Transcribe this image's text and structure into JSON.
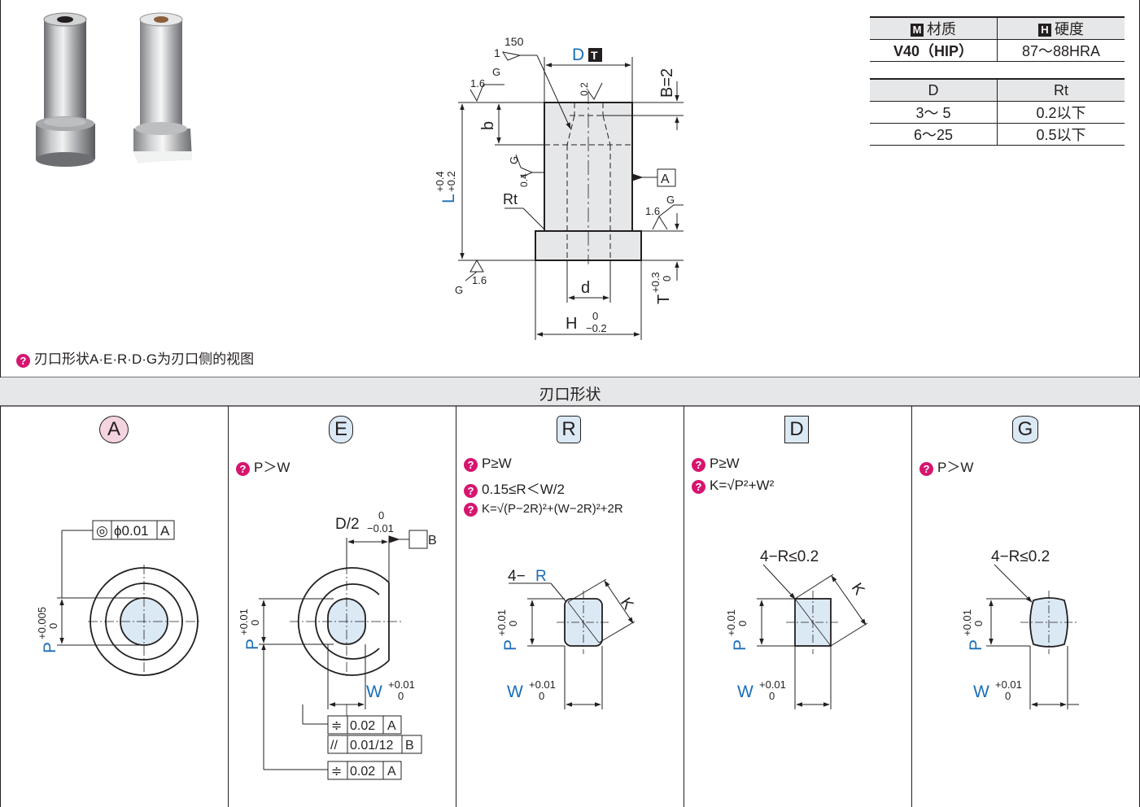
{
  "material_table": {
    "headers": [
      {
        "badge": "M",
        "label": "材质"
      },
      {
        "badge": "H",
        "label": "硬度"
      }
    ],
    "row": [
      "V40（HIP）",
      "87～88HRA"
    ]
  },
  "rt_table": {
    "headers": [
      "D",
      "Rt"
    ],
    "rows": [
      [
        "3～ 5",
        "0.2以下"
      ],
      [
        "6～25",
        "0.5以下"
      ]
    ]
  },
  "drawing": {
    "top_finish": "150",
    "top_finish_left": "1",
    "d_label": "D",
    "d_badge": "T",
    "b_label": "B=2",
    "finish_16": "1.6",
    "finish_g": "G",
    "finish_02": "0.2",
    "finish_04": "0.4",
    "b_small": "b",
    "l_label": "L",
    "l_tol_upper": "+0.4",
    "l_tol_lower": "+0.2",
    "rt": "Rt",
    "datum_a": "A",
    "d_small": "d",
    "h_label": "H",
    "h_tol_upper": "0",
    "h_tol_lower": "−0.2",
    "t_label": "T",
    "t_tol_upper": "+0.3",
    "t_tol_lower": "0"
  },
  "view_note": "刃口形状A·E·R·D·G为刃口侧的视图",
  "section_title": "刃口形状",
  "shapes": [
    {
      "tag": "A",
      "notes": [],
      "p_label": "P",
      "p_tol_upper": "+0.005",
      "p_tol_lower": "0",
      "tolerance": {
        "symbol": "◎",
        "value": "ϕ0.01",
        "datum": "A"
      }
    },
    {
      "tag": "E",
      "notes": [
        "P＞W"
      ],
      "p_label": "P",
      "p_tol_upper": "+0.01",
      "p_tol_lower": "0",
      "w_label": "W",
      "w_tol_upper": "+0.01",
      "w_tol_lower": "0",
      "dim_label": "D/2",
      "dim_tol_upper": "0",
      "dim_tol_lower": "−0.01",
      "datum_b": "B",
      "frames": [
        {
          "symbol": "≑",
          "value": "0.02",
          "datum": "A"
        },
        {
          "symbol": "//",
          "value": "0.01/12",
          "datum": "B"
        },
        {
          "symbol": "≑",
          "value": "0.02",
          "datum": "A"
        }
      ]
    },
    {
      "tag": "R",
      "notes": [
        "P≥W",
        "0.15≤R＜W/2",
        "K=√(P−2R)²+(W−2R)²+2R"
      ],
      "p_label": "P",
      "p_tol_upper": "+0.01",
      "p_tol_lower": "0",
      "w_label": "W",
      "w_tol_upper": "+0.01",
      "w_tol_lower": "0",
      "corner_prefix": "4−",
      "corner_r": "R",
      "k_label": "K"
    },
    {
      "tag": "D",
      "notes": [
        "P≥W",
        "K=√P²+W²"
      ],
      "p_label": "P",
      "p_tol_upper": "+0.01",
      "p_tol_lower": "0",
      "w_label": "W",
      "w_tol_upper": "+0.01",
      "w_tol_lower": "0",
      "corner": "4−R≤0.2",
      "k_label": "K"
    },
    {
      "tag": "G",
      "notes": [
        "P＞W"
      ],
      "p_label": "P",
      "p_tol_upper": "+0.01",
      "p_tol_lower": "0",
      "w_label": "W",
      "w_tol_upper": "+0.01",
      "w_tol_lower": "0",
      "corner": "4−R≤0.2"
    }
  ],
  "colors": {
    "accent_blue": "#1a6db8",
    "tag_a_fill": "#f4d4e0",
    "tag_fill": "#dbe9f5",
    "part_fill": "#e6e7e8",
    "note_icon": "#d6156f"
  }
}
